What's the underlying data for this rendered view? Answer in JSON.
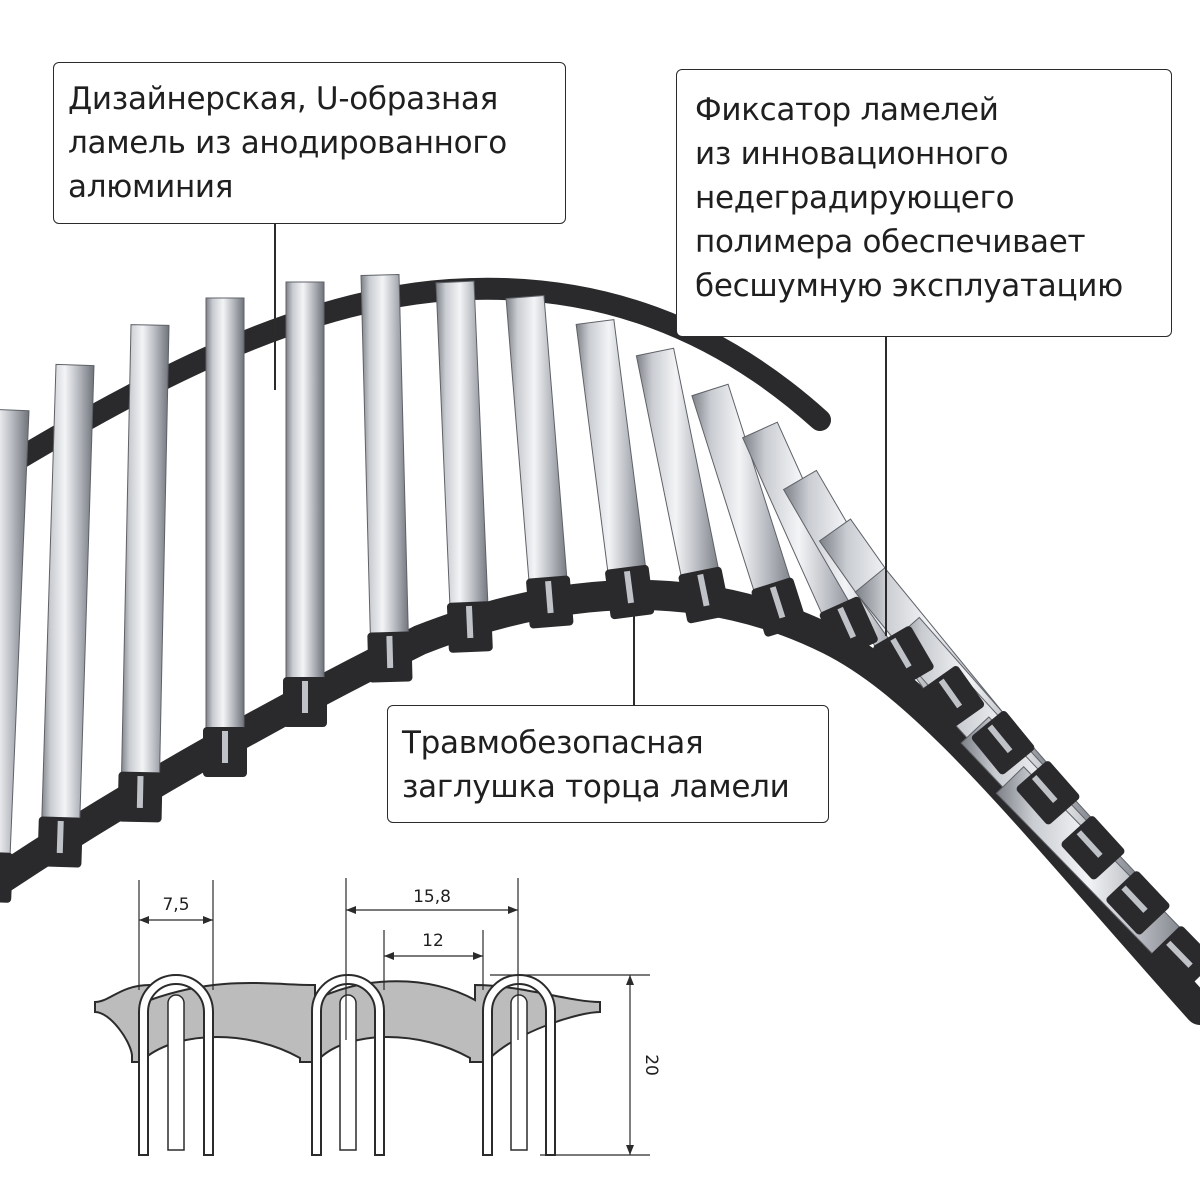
{
  "callouts": {
    "lamel": {
      "lines": [
        "Дизайнерская, U-образная",
        "ламель из анодированного",
        "алюминия"
      ]
    },
    "fixator": {
      "lines": [
        "Фиксатор ламелей",
        "из инновационного",
        "недеградирующего",
        "полимера обеспечивает",
        "бесшумную эксплуатацию"
      ]
    },
    "cap": {
      "lines": [
        "Травмобезопасная",
        "заглушка торца ламели"
      ]
    }
  },
  "dimensions": {
    "width_lamel": "7,5",
    "pitch": "15,8",
    "gap": "12",
    "height": "20"
  },
  "colors": {
    "aluminium_light": "#e4e6ea",
    "aluminium_dark": "#8b8f96",
    "polymer": "#2a2a2c",
    "line": "#2b2b2b"
  }
}
